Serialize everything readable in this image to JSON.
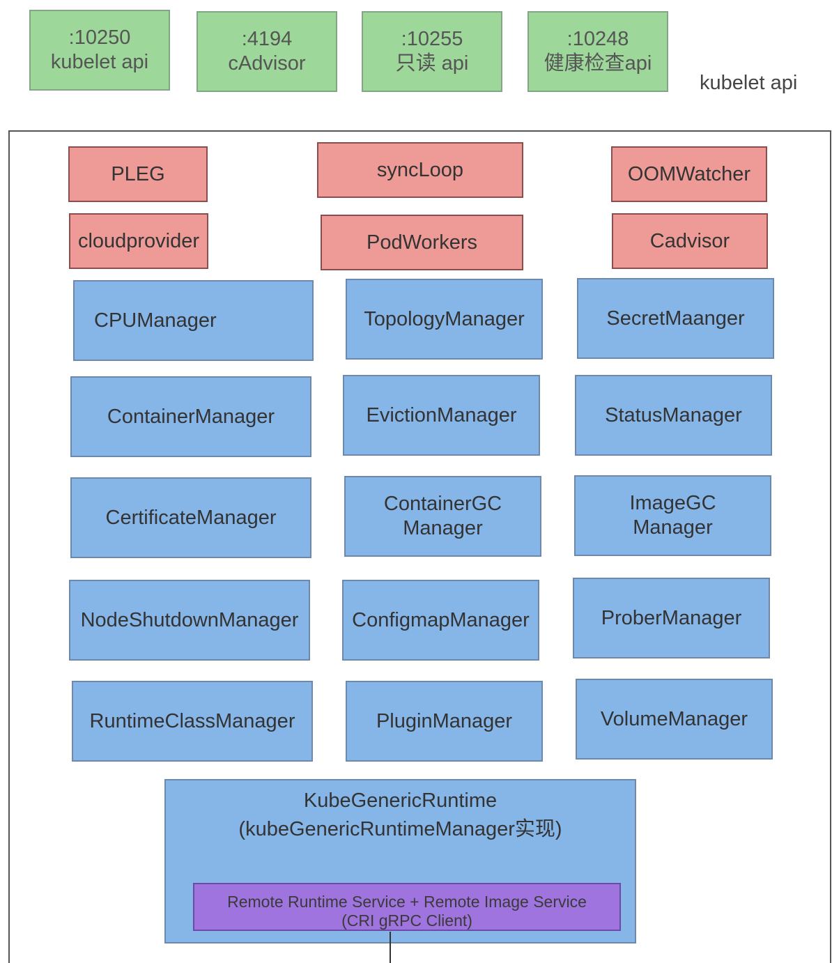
{
  "ports": [
    {
      "port": ":10250",
      "name": "kubelet api"
    },
    {
      "port": ":4194",
      "name": "cAdvisor"
    },
    {
      "port": ":10255",
      "name": "只读 api"
    },
    {
      "port": ":10248",
      "name": "健康检查api"
    }
  ],
  "side_label": "kubelet api",
  "core": {
    "pleg": "PLEG",
    "syncloop": "syncLoop",
    "oomwatcher": "OOMWatcher",
    "cloudprovider": "cloudprovider",
    "podworkers": "PodWorkers",
    "cadvisor": "Cadvisor"
  },
  "managers": {
    "cpu": "CPUManager",
    "topology": "TopologyManager",
    "secret": "SecretMaanger",
    "container": "ContainerManager",
    "eviction": "EvictionManager",
    "status": "StatusManager",
    "certificate": "CertificateManager",
    "containergc": [
      "ContainerGC",
      "Manager"
    ],
    "imagegc": [
      "ImageGC",
      "Manager"
    ],
    "nodeshutdown": "NodeShutdownManager",
    "configmap": "ConfigmapManager",
    "prober": "ProberManager",
    "runtimeclass": "RuntimeClassManager",
    "plugin": "PluginManager",
    "volume": "VolumeManager"
  },
  "runtime": {
    "title": "KubeGenericRuntime",
    "subtitle": "(kubeGenericRuntimeManager实现)",
    "cri_line1": "Remote Runtime Service + Remote Image Service",
    "cri_line2": "(CRI gRPC Client)"
  }
}
